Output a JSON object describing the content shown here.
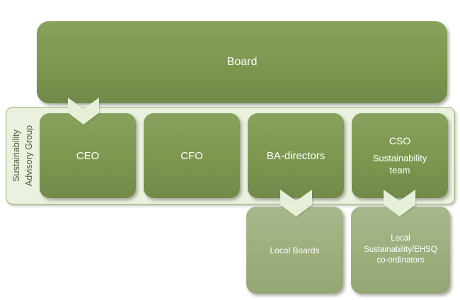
{
  "palette": {
    "box_green_top": "#87a25d",
    "box_green_bottom": "#71894a",
    "muted_green_top": "#a7b88c",
    "muted_green_mid": "#9cae7c",
    "muted_green_bottom": "#93a674",
    "container_fill": "#eaf1de",
    "container_border": "#9cb672",
    "chevron_fill": "#e8efd8",
    "label_text": "#4e5c3d",
    "box_text": "#ffffff"
  },
  "nodes": {
    "board": {
      "label": "Board"
    },
    "ceo": {
      "label": "CEO"
    },
    "cfo": {
      "label": "CFO"
    },
    "ba_directors": {
      "label": "BA-directors"
    },
    "cso": {
      "title": "CSO",
      "subtitle": "Sustainability team"
    },
    "local_boards": {
      "label": "Local Boards"
    },
    "local_coordinators": {
      "label": "Local Sustainability/EHSQ co-ordinators"
    }
  },
  "group": {
    "label": "Sustainability Advisory Group",
    "lines": [
      "Sustainability",
      "Advisory Group"
    ]
  },
  "connectors": [
    {
      "name": "board-to-ceo",
      "type": "chevron-down"
    },
    {
      "name": "ba-directors-to-local-boards",
      "type": "chevron-down"
    },
    {
      "name": "cso-to-local-coordinators",
      "type": "chevron-down"
    }
  ]
}
